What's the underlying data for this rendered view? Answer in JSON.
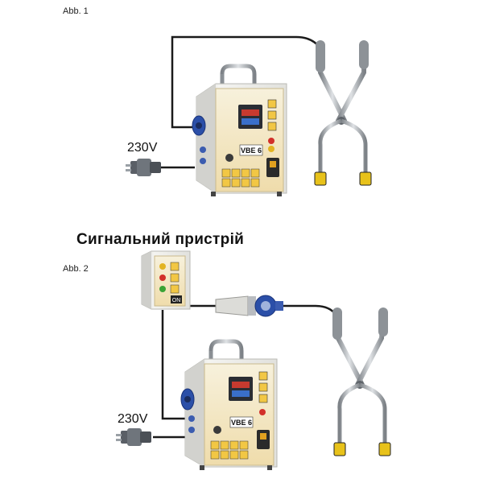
{
  "figure1": {
    "label": "Abb. 1",
    "voltage": "230V",
    "device_model": "VBE 6"
  },
  "section_title": "Сигнальний пристрій",
  "figure2": {
    "label": "Abb. 2",
    "voltage": "230V",
    "device_model": "VBE 6",
    "signal_on_label": "ON"
  },
  "colors": {
    "cable": "#1a1a1a",
    "housing": "#eeeeea",
    "panel": "#f3e7c4",
    "outlet_blue": "#2b4fa8",
    "tong_steel": "#a9aeb3",
    "tip_yellow": "#e8c21a",
    "lamp_red": "#d2302a",
    "lamp_green": "#3aa335",
    "lamp_yellow": "#e2b422"
  }
}
